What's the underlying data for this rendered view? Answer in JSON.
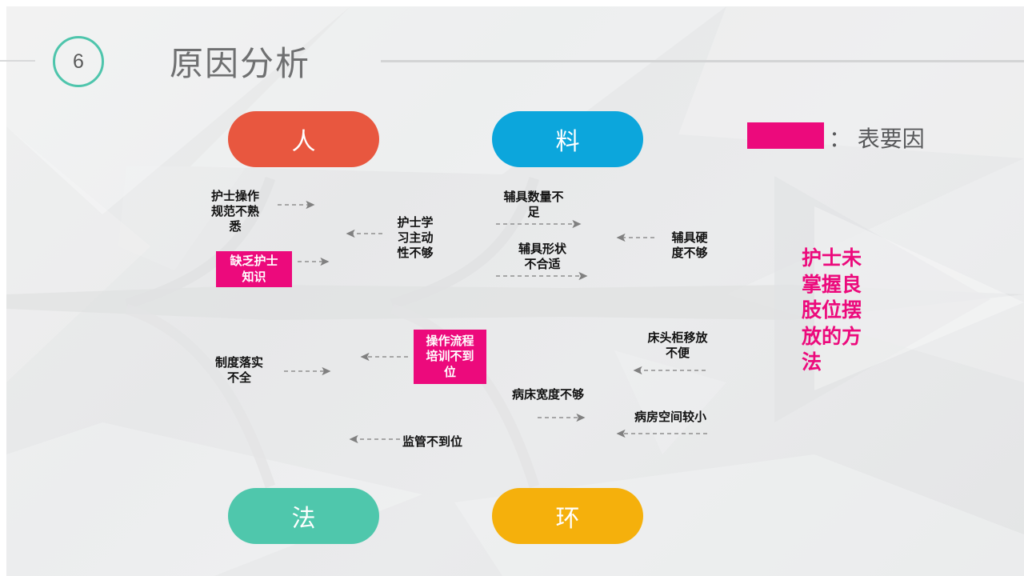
{
  "slide": {
    "number": "6",
    "title": "原因分析"
  },
  "legend": {
    "separator": "：",
    "label": "表要因",
    "swatch_color": "#ec0a7c",
    "full_text": "： 表要因"
  },
  "categories": [
    {
      "id": "ren",
      "label": "人",
      "color": "#e8573f",
      "position": "top-left"
    },
    {
      "id": "liao",
      "label": "料",
      "color": "#0ca6dc",
      "position": "top-right"
    },
    {
      "id": "fa",
      "label": "法",
      "color": "#4fc7ac",
      "position": "bottom-left"
    },
    {
      "id": "huan",
      "label": "环",
      "color": "#f5b00c",
      "position": "bottom-right"
    }
  ],
  "causes": {
    "ren": [
      {
        "id": "ren-1",
        "text": "护士操作\n规范不熟\n悉",
        "highlight": false,
        "arrow": "right"
      },
      {
        "id": "ren-2",
        "text": "护士学\n习主动\n性不够",
        "highlight": false,
        "arrow": "left"
      },
      {
        "id": "ren-3",
        "text": "缺乏护士\n知识",
        "highlight": true,
        "arrow": "right"
      }
    ],
    "liao": [
      {
        "id": "liao-1",
        "text": "辅具数量不\n足",
        "highlight": false,
        "arrow": "right"
      },
      {
        "id": "liao-2",
        "text": "辅具形状\n不合适",
        "highlight": false,
        "arrow": "right"
      },
      {
        "id": "liao-3",
        "text": "辅具硬\n度不够",
        "highlight": false,
        "arrow": "left"
      }
    ],
    "fa": [
      {
        "id": "fa-1",
        "text": "制度落实\n不全",
        "highlight": false,
        "arrow": "right"
      },
      {
        "id": "fa-2",
        "text": "操作流程\n培训不到\n位",
        "highlight": true,
        "arrow": "left"
      },
      {
        "id": "fa-3",
        "text": "监管不到位",
        "highlight": false,
        "arrow": "left"
      }
    ],
    "huan": [
      {
        "id": "huan-1",
        "text": "床头柜移放\n不便",
        "highlight": false,
        "arrow": "left"
      },
      {
        "id": "huan-2",
        "text": "病床宽度不够",
        "highlight": false,
        "arrow": "right"
      },
      {
        "id": "huan-3",
        "text": "病房空间较小",
        "highlight": false,
        "arrow": "left"
      }
    ]
  },
  "conclusion": {
    "text": "护士未掌握良肢位摆放的方法",
    "color": "#ec0a7c"
  }
}
